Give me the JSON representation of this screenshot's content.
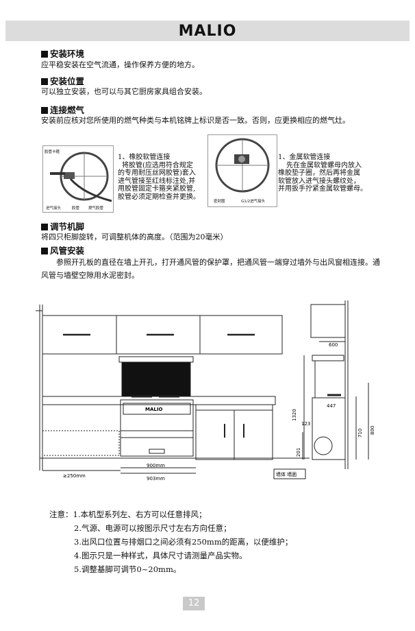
{
  "header": {
    "logo": "MALIO"
  },
  "sections": {
    "env": {
      "title": "安装环境",
      "text": "应平稳安装在空气流通，操作保养方便的地方。"
    },
    "position": {
      "title": "安装位置",
      "text": "可以独立安装，也可以与其它厨房家具组合安装。"
    },
    "gas": {
      "title": "连接燃气",
      "text": "安装前应核对您所使用的燃气种类与本机铭牌上标识是否一致。否则，应更换相应的燃气灶。",
      "rubber_note": [
        "1、橡胶软管连接",
        "将胶管(应选用符合规定",
        "的专用耐压丝网胶管)套入",
        "进气管接至红线标注处,并",
        "用胶管固定卡箍夹紧胶管,",
        "胶管必须定期检查并更换。"
      ],
      "metal_note": [
        "1、金属软管连接",
        "先在金属软管螺母内放入",
        "橡胶垫子圈，然后再将金属",
        "软管放入进气接头螺纹处，",
        "并用扳手拧紧金属软管螺母。"
      ],
      "photo1_labels": {
        "top": "胶管卡箍",
        "a": "进气接头",
        "b": "胶管",
        "c": "燃气胶管"
      },
      "photo2_labels": {
        "a": "密封圈",
        "b": "G1/2进气接头"
      }
    },
    "feet": {
      "title": "调节机脚",
      "text": "将四只柜脚旋转，可调整机体的高度。（范围为20毫米）"
    },
    "duct": {
      "title": "风管安装",
      "text": "参照开孔板的直径在墙上开孔，打开通风管的保护罩，把通风管一端穿过墙外与出风窗相连接。通风管与墙壁空隙用水泥密封。"
    }
  },
  "diagram": {
    "logo": "MALIO",
    "dim_250": "≥250mm",
    "dim_900": "900mm",
    "dim_903": "903mm",
    "dim_600": "600",
    "dim_1320": "1320",
    "dim_447": "447",
    "dim_123": "123",
    "dim_710": "710",
    "dim_800": "800",
    "dim_201": "201",
    "wall_label": "墙体 墙面"
  },
  "notes": {
    "prefix": "注意：",
    "items": [
      "1.本机型系列左、右方可以任意排风；",
      "2.气源、电源可以按图示尺寸左右方向任意；",
      "3.出风口位置与排烟口之间必须有250mm的距离，以便维护；",
      "4.图示只是一种样式，具体尺寸请测量产品实物。",
      "5.调整基脚可调节0~20mm。"
    ]
  },
  "page_number": "12"
}
